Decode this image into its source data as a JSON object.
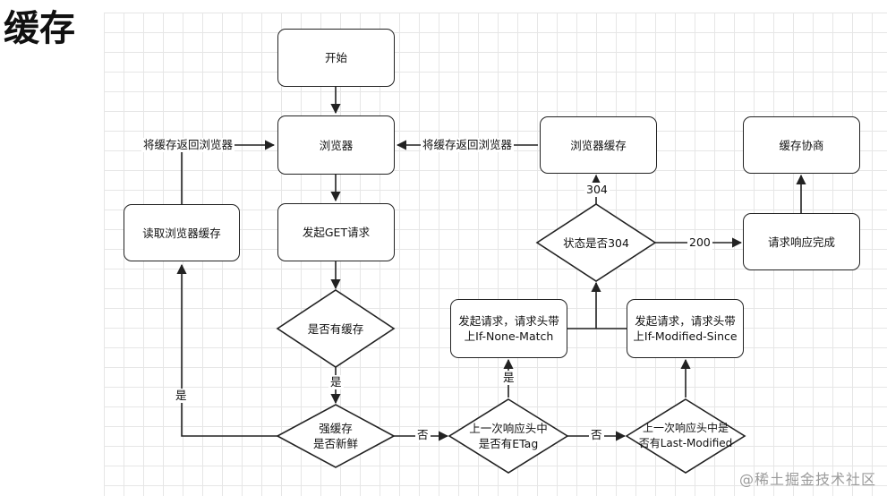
{
  "title": "缓存",
  "nodes": {
    "start": "开始",
    "browser": "浏览器",
    "get_request": "发起GET请求",
    "read_cache": "读取浏览器缓存",
    "browser_cache": "浏览器缓存",
    "negotiate": "缓存协商",
    "response_done": "请求响应完成",
    "req_none_match_l1": "发起请求，请求头带",
    "req_none_match_l2": "上If-None-Match",
    "req_modified_l1": "发起请求，请求头带",
    "req_modified_l2": "上If-Modified-Since"
  },
  "decisions": {
    "has_cache": "是否有缓存",
    "strong_l1": "强缓存",
    "strong_l2": "是否新鲜",
    "etag_l1": "上一次响应头中",
    "etag_l2": "是否有ETag",
    "last_mod_l1": "上一次响应头中是",
    "last_mod_l2": "否有Last-Modified",
    "status_304": "状态是否304"
  },
  "edge_labels": {
    "return_to_browser_left": "将缓存返回浏览器",
    "return_to_browser_mid": "将缓存返回浏览器",
    "yes_left": "是",
    "yes_has_cache": "是",
    "no_strong": "否",
    "yes_etag": "是",
    "no_etag": "否",
    "code_304": "304",
    "code_200": "200"
  },
  "watermark": "@稀土掘金技术社区"
}
